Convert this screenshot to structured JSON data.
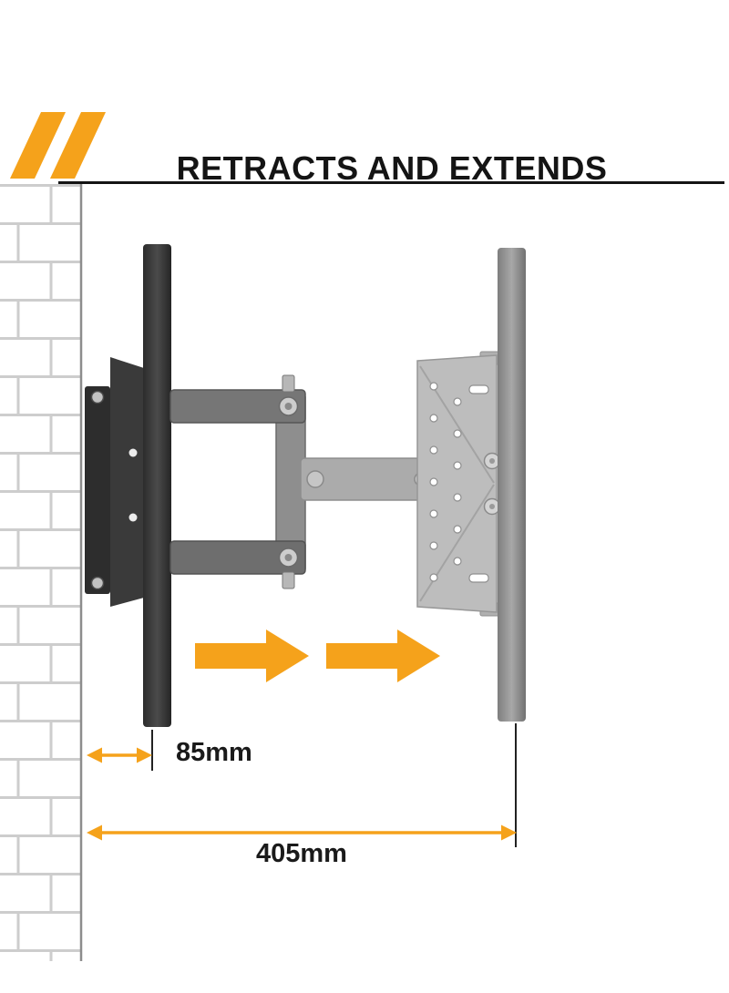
{
  "header": {
    "title": "RETRACTS AND EXTENDS"
  },
  "dimensions": {
    "retracted": {
      "label": "85mm"
    },
    "extended": {
      "label": "405mm"
    }
  },
  "icons": {
    "brand_stripes": "double-diagonal-stripes",
    "extend_arrows": "right-block-arrow"
  },
  "colors": {
    "accent": "#F5A21B",
    "ink": "#141414",
    "mount_dark": "#333333",
    "mount_mid": "#7a7a7a",
    "mount_light": "#b5b5b5",
    "brick_line": "#cdcdcd"
  }
}
